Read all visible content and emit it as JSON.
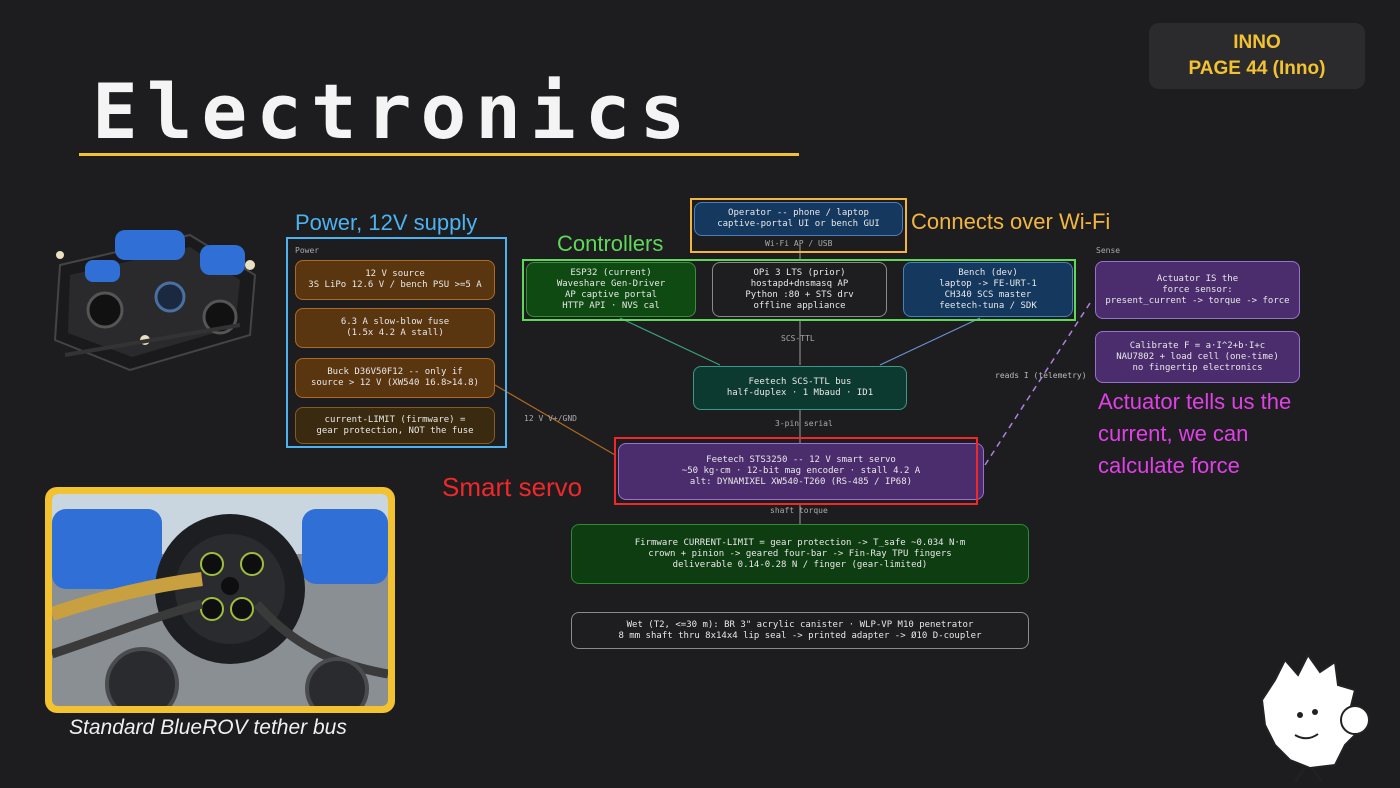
{
  "badge": {
    "line1": "INNO",
    "line2": "PAGE 44 (Inno)"
  },
  "title": "Electronics",
  "labels": {
    "power": "Power, 12V supply",
    "controllers": "Controllers",
    "wifi": "Connects over Wi-Fi",
    "smart_servo": "Smart servo",
    "actuator": "Actuator tells us the current, we can calculate force"
  },
  "caption": "Standard BlueROV tether bus",
  "diagram": {
    "power_header": "Power",
    "sense_header": "Sense",
    "power_boxes": [
      {
        "l1": "12 V source",
        "l2": "3S LiPo 12.6 V / bench PSU >=5 A"
      },
      {
        "l1": "6.3 A slow-blow fuse",
        "l2": "(1.5x 4.2 A stall)"
      },
      {
        "l1": "Buck D36V50F12 -- only if",
        "l2": "source > 12 V (XW540 16.8>14.8)"
      },
      {
        "l1": "current-LIMIT (firmware) =",
        "l2": "gear protection, NOT the fuse"
      }
    ],
    "operator": {
      "l1": "Operator -- phone / laptop",
      "l2": "captive-portal UI or bench GUI"
    },
    "wifi_ap": "Wi-Fi AP / USB",
    "controllers": [
      {
        "l1": "ESP32 (current)",
        "l2": "Waveshare Gen-Driver",
        "l3": "AP captive portal",
        "l4": "HTTP API · NVS cal"
      },
      {
        "l1": "OPi 3 LTS (prior)",
        "l2": "hostapd+dnsmasq AP",
        "l3": "Python :80 + STS drv",
        "l4": "offline appliance"
      },
      {
        "l1": "Bench (dev)",
        "l2": "laptop -> FE-URT-1",
        "l3": "CH340 SCS master",
        "l4": "feetech-tuna / SDK"
      }
    ],
    "scs_ttl": "SCS-TTL",
    "bus": {
      "l1": "Feetech SCS-TTL bus",
      "l2": "half-duplex · 1 Mbaud · ID1"
    },
    "three_pin": "3-pin serial",
    "v_gnd": "12 V V+/GND",
    "servo": {
      "l1": "Feetech STS3250 -- 12 V smart servo",
      "l2": "~50 kg·cm · 12-bit mag encoder · stall 4.2 A",
      "l3": "alt: DYNAMIXEL XW540-T260 (RS-485 / IP68)"
    },
    "shaft_torque": "shaft torque",
    "firmware": {
      "l1": "Firmware CURRENT-LIMIT = gear protection -> T_safe ~0.034 N·m",
      "l2": "crown + pinion -> geared four-bar -> Fin-Ray TPU fingers",
      "l3": "deliverable 0.14-0.28 N / finger (gear-limited)"
    },
    "wet": {
      "l1": "Wet (T2, <=30 m): BR 3\" acrylic canister · WLP-VP M10 penetrator",
      "l2": "8 mm shaft thru 8x14x4 lip seal -> printed adapter -> Ø10 D-coupler"
    },
    "reads": "reads I (telemetry)",
    "sense1": {
      "l1": "Actuator IS the",
      "l2": "force sensor:",
      "l3": "present_current -> torque -> force"
    },
    "sense2": {
      "l1": "Calibrate F = a·I^2+b·I+c",
      "l2": "NAU7802 + load cell (one-time)",
      "l3": "no fingertip electronics"
    }
  },
  "colors": {
    "accent": "#f2c230",
    "power": "#4db3f0",
    "controllers": "#5ed858",
    "wifi": "#f2b640",
    "smart_servo": "#f0282a",
    "actuator": "#e040e8"
  }
}
